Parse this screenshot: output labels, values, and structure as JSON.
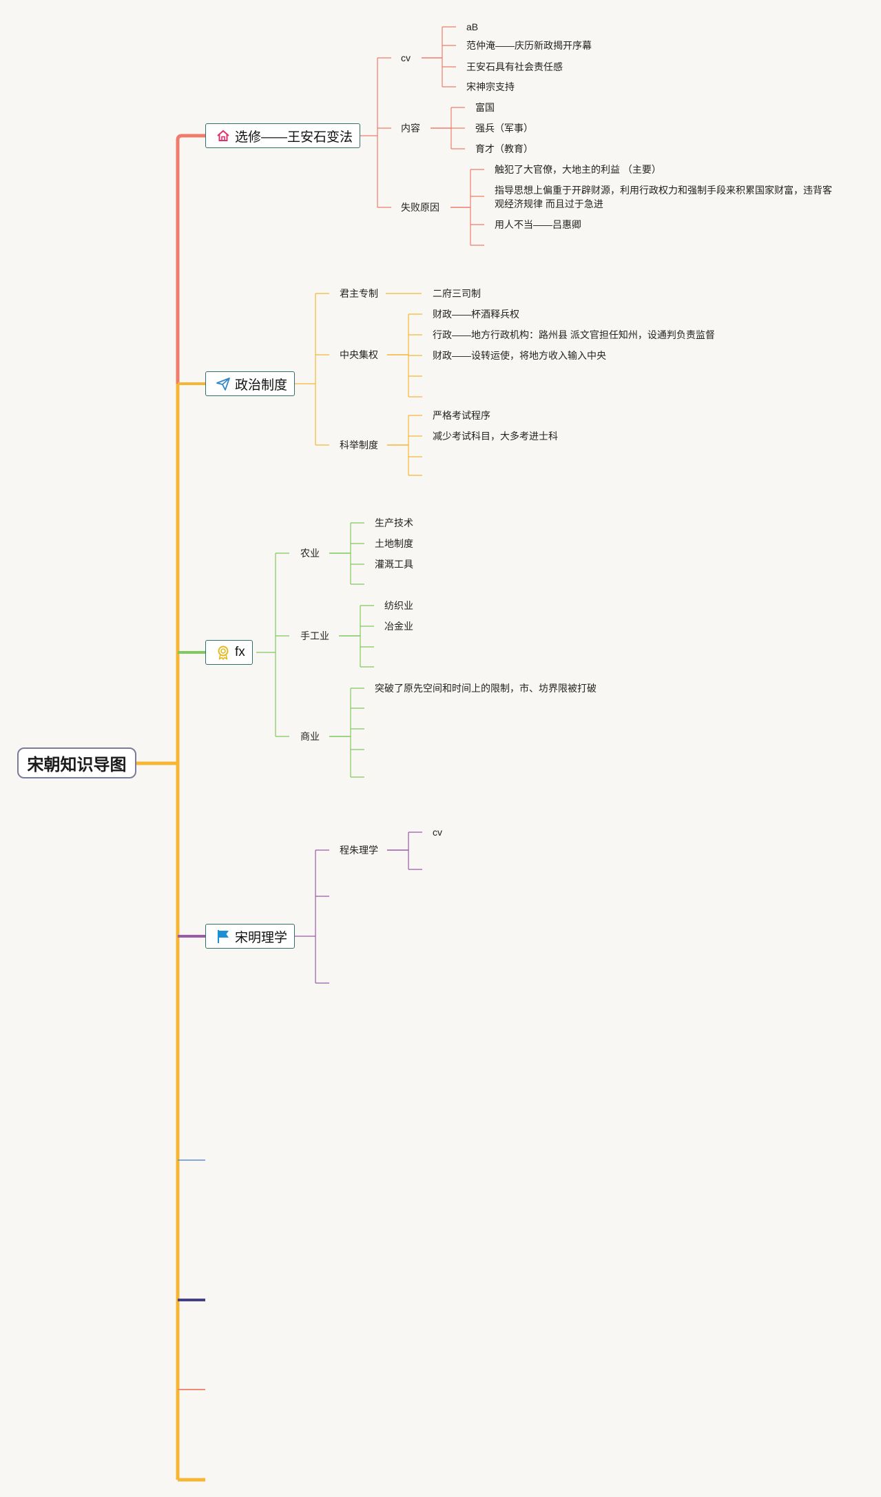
{
  "root": {
    "title": "宋朝知识导图"
  },
  "colors": {
    "red": "#ef7c6a",
    "orange": "#f6b634",
    "green": "#7fc95e",
    "purple": "#9a5aa8",
    "blue": "#5b8fd1",
    "navy": "#443f8c",
    "salmon": "#f08a74",
    "root_line": "#f6b634"
  },
  "topics": [
    {
      "label": "选修——王安石变法",
      "icon": "home-icon",
      "children": [
        {
          "label": "cv",
          "children": [
            "aB",
            "范仲淹——庆历新政揭开序幕",
            "王安石具有社会责任感",
            "宋神宗支持"
          ]
        },
        {
          "label": "内容",
          "children": [
            "富国",
            "强兵（军事）",
            "育才（教育）"
          ]
        },
        {
          "label": "失败原因",
          "children": [
            "触犯了大官僚，大地主的利益 （主要）",
            "指导思想上偏重于开辟财源，利用行政权力和强制手段来积累国家财富，违背客观经济规律 而且过于急进",
            "用人不当——吕惠卿",
            ""
          ]
        }
      ]
    },
    {
      "label": "政治制度",
      "icon": "paper-plane-icon",
      "children": [
        {
          "label": "君主专制",
          "children": [
            "二府三司制"
          ]
        },
        {
          "label": "中央集权",
          "children": [
            "财政——杯酒释兵权",
            "行政——地方行政机构：路州县 派文官担任知州，设通判负责监督",
            "财政——设转运使，将地方收入输入中央",
            "",
            ""
          ]
        },
        {
          "label": "科举制度",
          "children": [
            "严格考试程序",
            "减少考试科目，大多考进士科",
            "",
            ""
          ]
        }
      ]
    },
    {
      "label": "fx",
      "icon": "award-ribbon-icon",
      "children": [
        {
          "label": "农业",
          "children": [
            "生产技术",
            "土地制度",
            "灌溉工具",
            ""
          ]
        },
        {
          "label": "手工业",
          "children": [
            "纺织业",
            "冶金业",
            "",
            ""
          ]
        },
        {
          "label": "商业",
          "children": [
            "突破了原先空间和时间上的限制，市、坊界限被打破",
            "",
            "",
            "",
            ""
          ]
        }
      ]
    },
    {
      "label": "宋明理学",
      "icon": "flag-icon",
      "children": [
        {
          "label": "程朱理学",
          "children": [
            "cv",
            "",
            ""
          ]
        },
        {
          "label": "",
          "children": []
        },
        {
          "label": "",
          "children": []
        }
      ]
    }
  ]
}
